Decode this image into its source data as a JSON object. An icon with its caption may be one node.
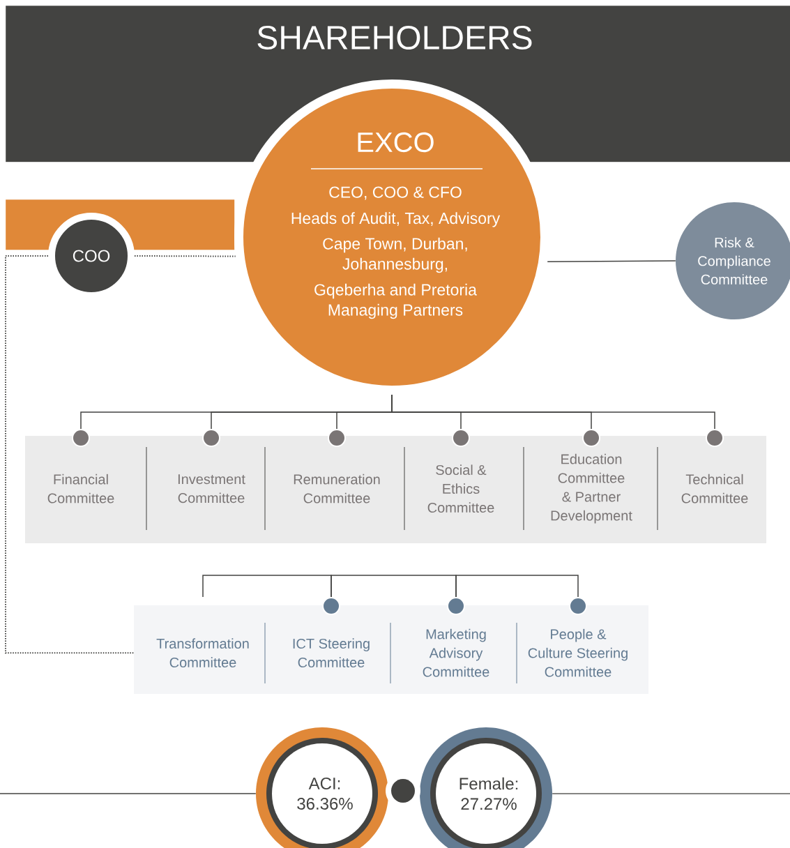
{
  "diagram": {
    "nodes": [
      {
        "text": [
          "SHAREHOLDERS"
        ]
      },
      {
        "text": [
          "EXCO",
          "CEO, COO & CFO",
          "Heads of Audit, Tax, Advisory",
          "Cape Town, Durban, Johannesburg,",
          "Gqeberha and Pretoria Managing Partners"
        ]
      },
      {
        "text": [
          "COO"
        ]
      },
      {
        "text": [
          "Risk & Compliance Committee"
        ]
      },
      {
        "text": [
          "Financial Committee"
        ]
      },
      {
        "text": [
          "Investment Committee"
        ]
      },
      {
        "text": [
          "Remuneration Committee"
        ]
      },
      {
        "text": [
          "Social & Ethics Committee"
        ]
      },
      {
        "text": [
          "Education Committee & Partner Development"
        ]
      },
      {
        "text": [
          "Technical Committee"
        ]
      },
      {
        "text": [
          "Transformation Committee"
        ]
      },
      {
        "text": [
          "ICT Steering Committee"
        ]
      },
      {
        "text": [
          "Marketing Advisory Committee"
        ]
      },
      {
        "text": [
          "People & Culture Steering Committee"
        ]
      },
      {
        "text": [
          "ACI: 36.36%"
        ]
      },
      {
        "text": [
          "Female: 27.27%"
        ]
      },
      {
        "text": [],
        "shape": "bar"
      }
    ],
    "edges": [
      {
        "from": 2,
        "to": 1,
        "arrow": "none",
        "style": "dashed"
      },
      {
        "from": 2,
        "to": 10,
        "arrow": "none",
        "style": "dashed"
      },
      {
        "from": 1,
        "to": 3,
        "arrow": "none"
      },
      {
        "from": 1,
        "to": 4,
        "arrow": "other"
      },
      {
        "from": 1,
        "to": 5,
        "arrow": "other"
      },
      {
        "from": 1,
        "to": 6,
        "arrow": "other"
      },
      {
        "from": 1,
        "to": 7,
        "arrow": "other"
      },
      {
        "from": 1,
        "to": 8,
        "arrow": "other"
      },
      {
        "from": 1,
        "to": 9,
        "arrow": "other"
      },
      {
        "from": 10,
        "to": 11,
        "arrow": "other"
      },
      {
        "from": 11,
        "to": 12,
        "arrow": "other"
      },
      {
        "from": 12,
        "to": 13,
        "arrow": "other"
      },
      {
        "from": null,
        "to": 14,
        "arrow": "none"
      },
      {
        "from": 15,
        "to": null,
        "arrow": "none"
      }
    ]
  }
}
